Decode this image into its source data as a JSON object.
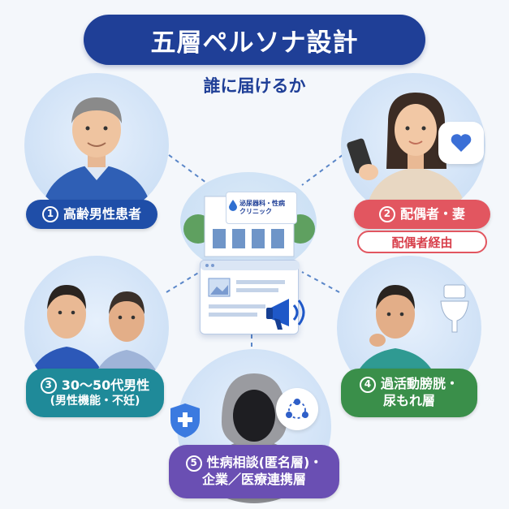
{
  "header": {
    "title": "五層ペルソナ設計",
    "subtitle": "誰に届けるか"
  },
  "center": {
    "clinic_sign_line1": "泌尿器科・性病",
    "clinic_sign_line2": "クリニック"
  },
  "personas": [
    {
      "number": "1",
      "label": "高齢男性患者"
    },
    {
      "number": "2",
      "label": "配偶者・妻",
      "sublabel": "配偶者経由"
    },
    {
      "number": "3",
      "label": "30〜50代男性",
      "sublabel": "(男性機能・不妊)"
    },
    {
      "number": "4",
      "label": "過活動膀胱・",
      "sublabel": "尿もれ層"
    },
    {
      "number": "5",
      "label": "性病相談(匿名層)・",
      "sublabel": "企業／医療連携層"
    }
  ],
  "icons": {
    "heart": "heart-icon",
    "toilet": "toilet-icon",
    "shield": "shield-plus-icon",
    "network": "network-people-icon",
    "megaphone": "megaphone-icon",
    "clinic": "clinic-building-icon",
    "phone": "smartphone-icon"
  },
  "colors": {
    "title_bg": "#1f3f97",
    "persona1": "#1f4ea8",
    "persona2": "#e25660",
    "persona3": "#1f8a99",
    "persona4": "#3a8f4a",
    "persona5": "#6a4fb3",
    "circle_bg": "#cfe1f6"
  }
}
